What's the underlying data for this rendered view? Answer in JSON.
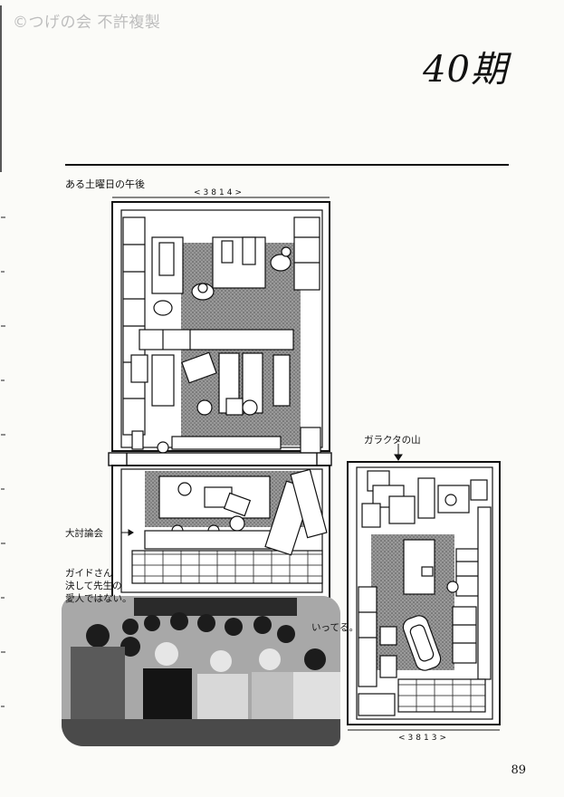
{
  "watermark": "©つげの会 不許複製",
  "chapter_title": "40期",
  "caption": "ある土曜日の午後",
  "dimensions": {
    "main_width": "<3814>",
    "annex_width": "<3813>"
  },
  "labels": {
    "junk_pile": "ガラクタの山",
    "big_debate": "大討論会"
  },
  "notes": {
    "guide": "ガイドさん\n決して先生の\n愛人ではない。",
    "itteru": "いってる。"
  },
  "page_number": "89",
  "colors": {
    "ink": "#111111",
    "paper": "#fbfbf8",
    "carpet": "#8a8a8a",
    "watermark": "#bdbdbd"
  }
}
